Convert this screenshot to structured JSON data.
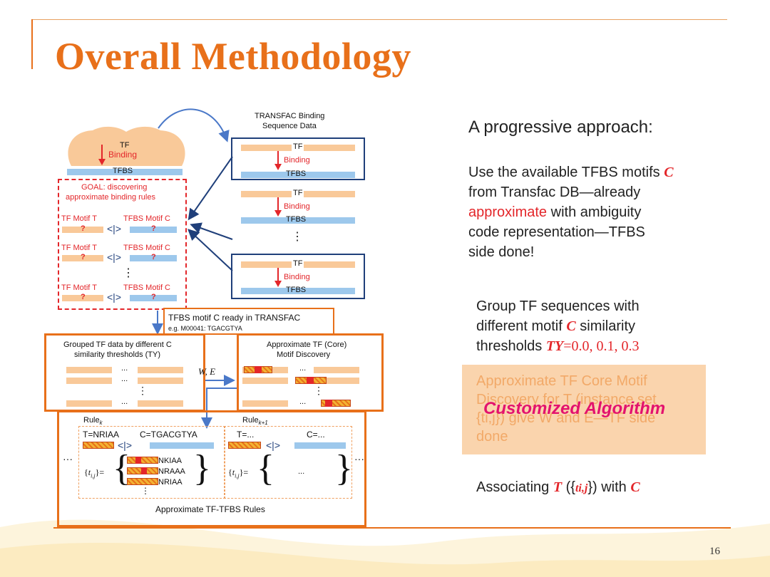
{
  "slide": {
    "title": "Overall Methodology",
    "page_number": "16"
  },
  "right_panel": {
    "heading": "A progressive approach:",
    "p1_a": "Use the available TFBS motifs ",
    "p1_c": "C",
    "p1_b": "from Transfac DB—already",
    "p1_approx": "approximate",
    "p1_c2": " with ambiguity",
    "p1_d": "code representation—TFBS",
    "p1_e": "side done!",
    "p2_a": "Group TF sequences with",
    "p2_b": "different motif ",
    "p2_c": "C",
    "p2_d": " similarity",
    "p2_e": "thresholds ",
    "p2_ty": "TY",
    "p2_vals": "=0.0, 0.1, 0.3",
    "p3_a": "Approximate  TF  Core  Motif",
    "p3_b": "Discovery for T (instance set",
    "p3_c": "{ti,j}) give W and E—TF side",
    "p3_d": "done",
    "p3_overlay": "Customized Algorithm",
    "p4_a": "Associating ",
    "p4_t": "T",
    "p4_b": " ({",
    "p4_tij": "ti,j",
    "p4_c": "}) with ",
    "p4_cc": "C"
  },
  "diagram": {
    "tf": "TF",
    "binding": "Binding",
    "tfbs": "TFBS",
    "goal_1": "GOAL: discovering",
    "goal_2": "approximate binding rules",
    "tf_motif": "TF Motif T",
    "tfbs_motif": "TFBS Motif C",
    "question": "?",
    "vdots": "⋮",
    "transfac_1": "TRANSFAC Binding",
    "transfac_2": "Sequence Data",
    "ready_1": "TFBS motif C ready in TRANSFAC",
    "ready_2": "e.g. M00041: TGACGTYA",
    "grouped_1": "Grouped TF data by different C",
    "grouped_2": "similarity thresholds (TY)",
    "approx_1": "Approximate TF (Core)",
    "approx_2": "Motif Discovery",
    "ellipsis": "...",
    "we": "W, E",
    "rule_k": "Rulek",
    "rule_k1": "Rulek+1",
    "t_val": "T=NRIAA",
    "c_val": "C=TGACGTYA",
    "t_dots": "T=...",
    "c_dots": "C=...",
    "tij": "{ti,j}=",
    "inst_1": "NKIAA",
    "inst_2": "NRAAA",
    "inst_3": "NRIAA",
    "rules_caption": "Approximate TF-TFBS Rules",
    "hellip": "···"
  }
}
